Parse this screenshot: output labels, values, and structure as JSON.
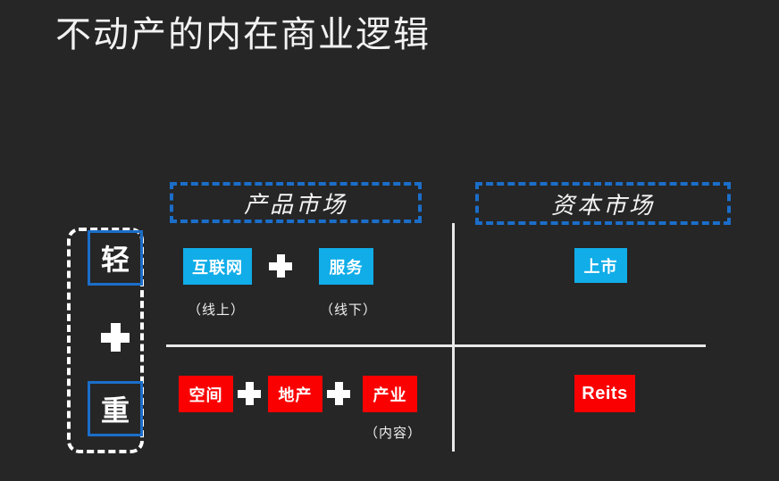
{
  "slide": {
    "title": "不动产的内在商业逻辑",
    "background_color": "#262626"
  },
  "colors": {
    "background": "#262626",
    "accent_blue": "#1b6ec9",
    "chip_blue": "#10ade8",
    "chip_red": "#fa0000",
    "line_white": "#e9e9e9",
    "text_white": "#f4f4f4"
  },
  "columns": [
    {
      "id": "product-market",
      "label": "产品市场"
    },
    {
      "id": "capital-market",
      "label": "资本市场"
    }
  ],
  "weight_axis": {
    "light_label": "轻",
    "heavy_label": "重",
    "connector": "plus-icon"
  },
  "quadrants": {
    "light_product": {
      "chips": [
        {
          "id": "internet",
          "label": "互联网",
          "color": "blue",
          "caption": "（线上）"
        },
        {
          "id": "service",
          "label": "服务",
          "color": "blue",
          "caption": "（线下）"
        }
      ],
      "operator": "plus-icon"
    },
    "heavy_product": {
      "chips": [
        {
          "id": "space",
          "label": "空间",
          "color": "red",
          "caption": ""
        },
        {
          "id": "property",
          "label": "地产",
          "color": "red",
          "caption": ""
        },
        {
          "id": "industry",
          "label": "产业",
          "color": "red",
          "caption": "（内容）"
        }
      ],
      "operator": "plus-icon"
    },
    "light_capital": {
      "chips": [
        {
          "id": "ipo",
          "label": "上市",
          "color": "blue"
        }
      ]
    },
    "heavy_capital": {
      "chips": [
        {
          "id": "reits",
          "label": "Reits",
          "color": "red"
        }
      ]
    }
  }
}
